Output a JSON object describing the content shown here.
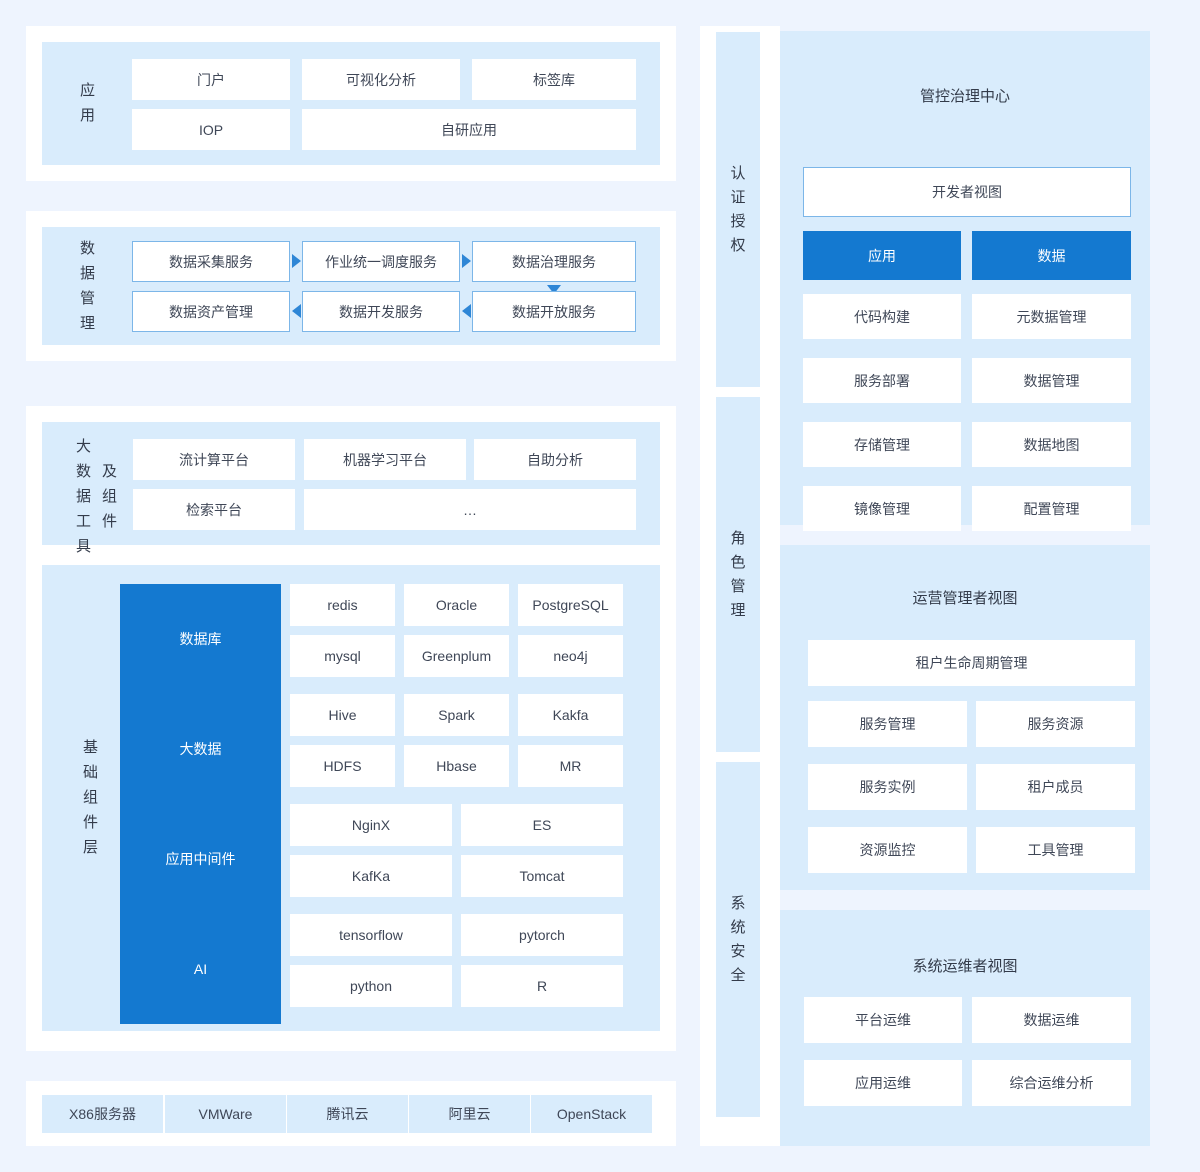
{
  "colors": {
    "page_background": "#eef4fe",
    "panel_tint": "#d9ecfc",
    "accent_blue": "#1479d0",
    "outline_blue": "#7cb6e8",
    "arrow_blue": "#2e86d6",
    "text": "#333b4a"
  },
  "left_column": {
    "application_layer": {
      "label": "应用",
      "row1": [
        "门户",
        "可视化分析",
        "标签库"
      ],
      "row2": [
        "IOP",
        "自研应用"
      ]
    },
    "data_management_layer": {
      "label": "数据管理",
      "row1": [
        "数据采集服务",
        "作业统一调度服务",
        "数据治理服务"
      ],
      "row2": [
        "数据资产管理",
        "数据开发服务",
        "数据开放服务"
      ],
      "flow_arrows": [
        "right",
        "right",
        "down",
        "left",
        "left"
      ]
    },
    "bigdata_tools_layer": {
      "label_col1": "大数据工具",
      "label_col2": "及组件",
      "row1": [
        "流计算平台",
        "机器学习平台",
        "自助分析"
      ],
      "row2": [
        "检索平台",
        "…"
      ]
    },
    "base_component_layer": {
      "label": "基础组件层",
      "groups": [
        {
          "name": "数据库",
          "items": [
            "redis",
            "Oracle",
            "PostgreSQL",
            "mysql",
            "Greenplum",
            "neo4j"
          ],
          "columns": 3
        },
        {
          "name": "大数据",
          "items": [
            "Hive",
            "Spark",
            "Kakfa",
            "HDFS",
            "Hbase",
            "MR"
          ],
          "columns": 3
        },
        {
          "name": "应用中间件",
          "items": [
            "NginX",
            "ES",
            "KafKa",
            "Tomcat"
          ],
          "columns": 2
        },
        {
          "name": "AI",
          "items": [
            "tensorflow",
            "pytorch",
            "python",
            "R"
          ],
          "columns": 2
        }
      ]
    },
    "infrastructure_layer": {
      "items": [
        "X86服务器",
        "VMWare",
        "腾讯云",
        "阿里云",
        "OpenStack"
      ]
    }
  },
  "vertical_strips": [
    {
      "label": "认证授权"
    },
    {
      "label": "角色管理"
    },
    {
      "label": "系统安全"
    }
  ],
  "right_column": {
    "governance_center": {
      "title": "管控治理中心",
      "developer_view": "开发者视图",
      "tabs": [
        "应用",
        "数据"
      ],
      "rows": [
        [
          "代码构建",
          "元数据管理"
        ],
        [
          "服务部署",
          "数据管理"
        ],
        [
          "存储管理",
          "数据地图"
        ],
        [
          "镜像管理",
          "配置管理"
        ]
      ]
    },
    "operations_manager_view": {
      "title": "运营管理者视图",
      "wide_item": "租户生命周期管理",
      "rows": [
        [
          "服务管理",
          "服务资源"
        ],
        [
          "服务实例",
          "租户成员"
        ],
        [
          "资源监控",
          "工具管理"
        ]
      ]
    },
    "system_operator_view": {
      "title": "系统运维者视图",
      "rows": [
        [
          "平台运维",
          "数据运维"
        ],
        [
          "应用运维",
          "综合运维分析"
        ]
      ]
    }
  }
}
